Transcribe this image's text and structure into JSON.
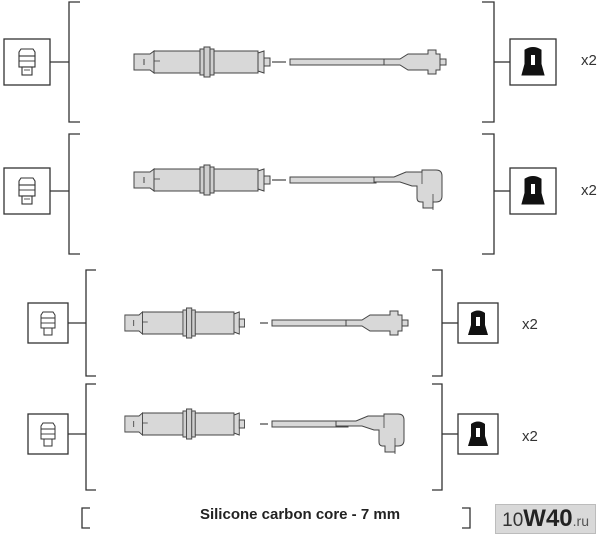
{
  "quantities": [
    "x2",
    "x2",
    "x2",
    "x2"
  ],
  "caption": "Silicone carbon core - 7 mm",
  "watermark": {
    "prefix": "10",
    "mid": "W40",
    "suffix": ".ru"
  },
  "icons": {
    "left_connector": "spark-plug-terminal-icon",
    "right_connector": "coil-boot-connector-icon"
  },
  "colors": {
    "line": "#333333",
    "cable_fill": "#d8d8d8",
    "boot_fill": "#c8c8c8",
    "icon_dark": "#111111",
    "watermark_bg": "#d9d9d9"
  }
}
